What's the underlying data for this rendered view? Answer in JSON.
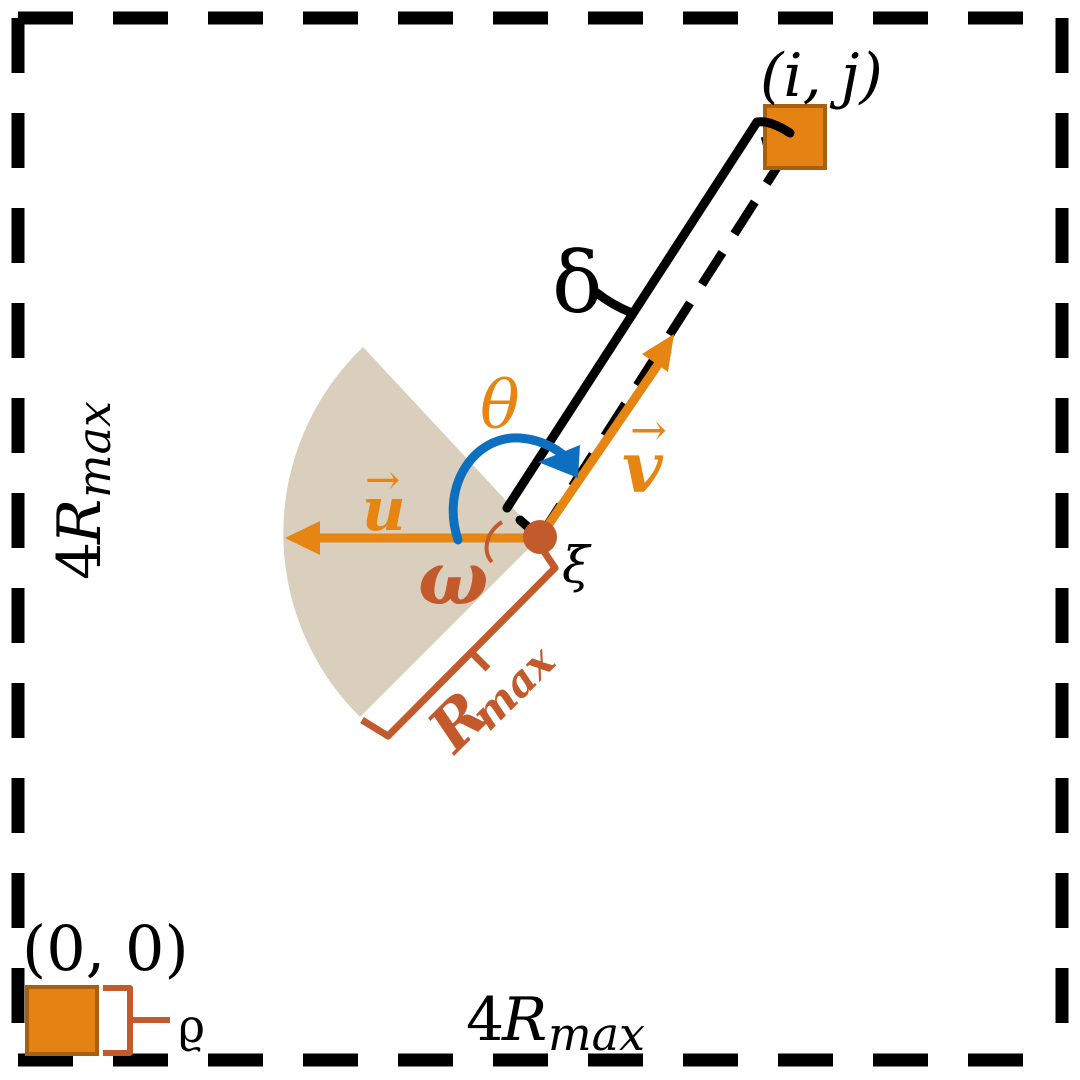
{
  "labels": {
    "cell_ij": "(i, j)",
    "origin": "(0, 0)",
    "delta": "δ",
    "theta": "θ",
    "omega": "ω",
    "xi": "ξ",
    "u_vec": "u",
    "v_vec": "v",
    "vec_arrow": "→",
    "r_max_letter": "R",
    "r_max_sub": "max",
    "side_coef": "4",
    "side_sub": "max",
    "side_letter": "R",
    "rho": "ϱ"
  },
  "colors": {
    "border": "#000000",
    "cell_fill": "#e48314",
    "cell_stroke": "#a8600f",
    "vector_orange": "#e68512",
    "sector_fill": "#d9cfbc",
    "theta_arc_blue": "#0d6fbf",
    "rust": "#c25a2c",
    "black": "#000000"
  }
}
